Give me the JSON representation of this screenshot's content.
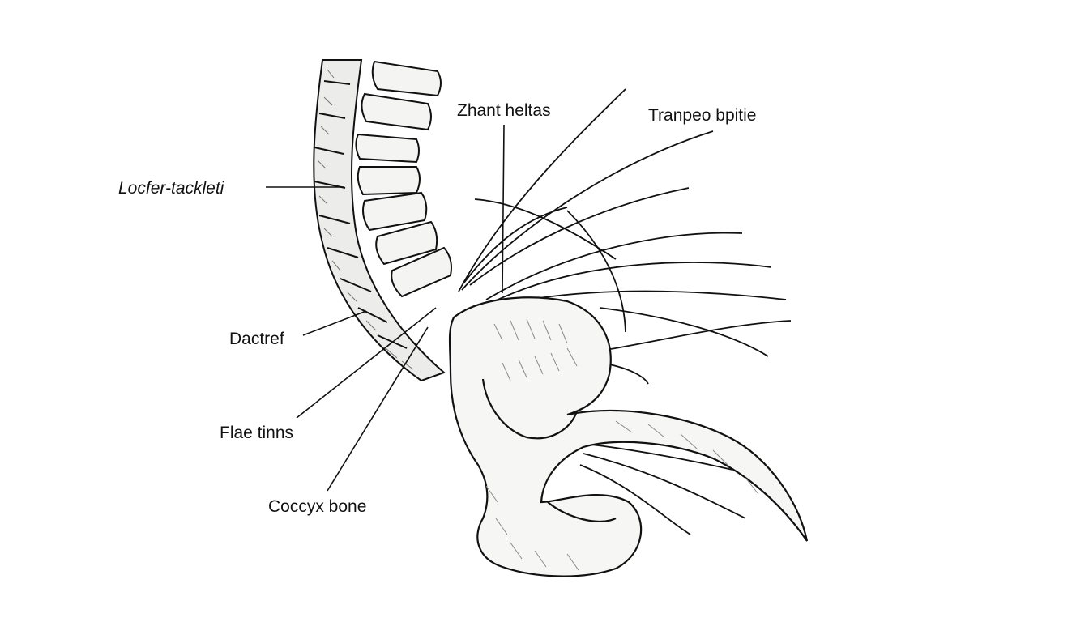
{
  "labels": {
    "lumbar": "Locfer-tackleti",
    "zhant": "Zhant heltas",
    "trapezo": "Tranpeo bpitie",
    "dactref": "Dactref",
    "flae": "Flae tinns",
    "coccyx": "Coccyx bone"
  },
  "colors": {
    "ink": "#111111",
    "paper": "#ffffff",
    "bone_fill": "#f4f4f2",
    "shade": "#9a9a9a"
  }
}
